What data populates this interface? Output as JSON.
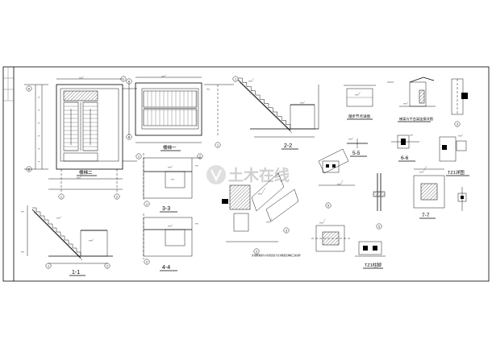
{
  "views": {
    "plan_upper": {
      "title": "楼梯二"
    },
    "plan_lower": {
      "title": "楼梯一"
    },
    "sec_11": {
      "title": "1-1"
    },
    "sec_22": {
      "title": "2-2"
    },
    "sec_33": {
      "title": "3-3"
    },
    "sec_44": {
      "title": "4-4"
    },
    "sec_55": {
      "title": "5-5"
    },
    "sec_66": {
      "title": "6-6"
    },
    "sec_77": {
      "title": "7-7"
    },
    "det_a": {
      "title": "踏步节点详图"
    },
    "det_b": {
      "title": "梯梁与平台梁连接详图"
    },
    "det_tz1": {
      "title": "TZ1详图"
    },
    "det_tz1_base": {
      "title": "TZ1柱脚"
    },
    "note": {
      "text": "注:楼梯钢梁与平台梁连接节点详图见结构施工总说明"
    }
  },
  "grid_marks": [
    "A",
    "B",
    "1",
    "2"
  ],
  "callouts": [
    "1",
    "2",
    "3",
    "4",
    "5"
  ],
  "watermark": {
    "text": "土木在线"
  },
  "colors": {
    "line": "#000000",
    "paper": "#ffffff",
    "watermark": "#d9d9d9"
  }
}
